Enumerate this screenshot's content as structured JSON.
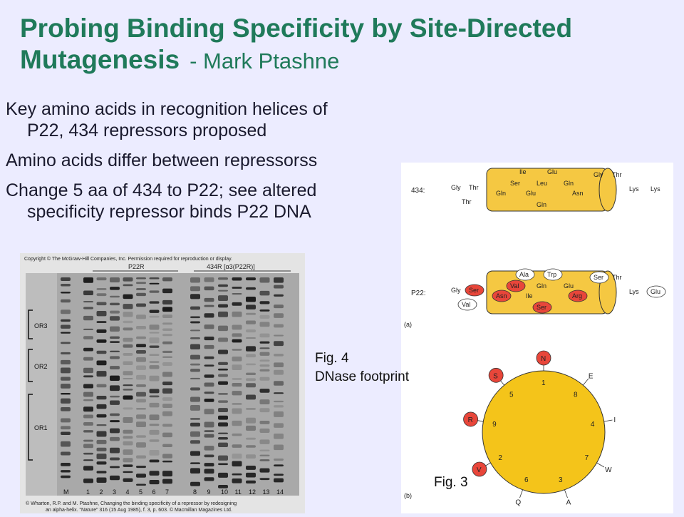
{
  "slide": {
    "title_main": "Probing Binding Specificity by Site-Directed Mutagenesis",
    "title_author": "- Mark Ptashne",
    "bullets": [
      {
        "line1": "Key amino acids in recognition helices of",
        "line2": "P22, 434 repressors proposed"
      },
      {
        "line1": "Amino acids differ between repressorss",
        "line2": ""
      },
      {
        "line1": "Change 5 aa of 434 to P22; see altered",
        "line2": "specificity repressor binds P22 DNA"
      }
    ]
  },
  "gel": {
    "copyright": "Copyright © The McGraw-Hill Companies, Inc. Permission required for reproduction or display.",
    "group_left": "P22R",
    "group_right": "434R [α3(P22R)]",
    "region_labels": [
      "OR3",
      "OR2",
      "OR1"
    ],
    "lane_labels": [
      "M",
      "1",
      "2",
      "3",
      "4",
      "5",
      "6",
      "7",
      "8",
      "9",
      "10",
      "11",
      "12",
      "13",
      "14"
    ],
    "citation_line1": "© Wharton, R.P. and M. Ptashne, Changing the binding specificity of a repressor by redesigning",
    "citation_line2": "an alpha-helix. \"Nature\" 316 (15 Aug 1985), f. 3, p. 603. © Macmillan Magazines Ltd."
  },
  "captions": {
    "fig4_line1": "Fig. 4",
    "fig4_line2": "DNase footprint",
    "fig3": "Fig. 3"
  },
  "helix_diagram": {
    "panel_a": "(a)",
    "panel_b": "(b)",
    "row1_label": "434:",
    "row1_residues": [
      "Gly",
      "Thr",
      "Thr",
      "Gln",
      "Ser",
      "Ile",
      "Glu",
      "Gln",
      "Leu",
      "Glu",
      "Gln",
      "Asn",
      "Gly",
      "Thr",
      "Lys",
      "Lys"
    ],
    "row2_label": "P22:",
    "row2_residues": [
      "Gly",
      "Ser",
      "Val",
      "Asn",
      "Val",
      "Ala",
      "Ile",
      "Ser",
      "Gln",
      "Trp",
      "Glu",
      "Arg",
      "Ser",
      "Thr",
      "Lys",
      "Glu"
    ],
    "wheel_positions": [
      "1",
      "8",
      "4",
      "7",
      "3",
      "6",
      "2",
      "9",
      "5"
    ],
    "wheel_outer": [
      "N",
      "E",
      "I",
      "W",
      "A",
      "Q",
      "V",
      "R",
      "S"
    ],
    "highlight_color": "#e8463a",
    "cylinder_color": "#f5c842",
    "wheel_color": "#f4c41a"
  }
}
